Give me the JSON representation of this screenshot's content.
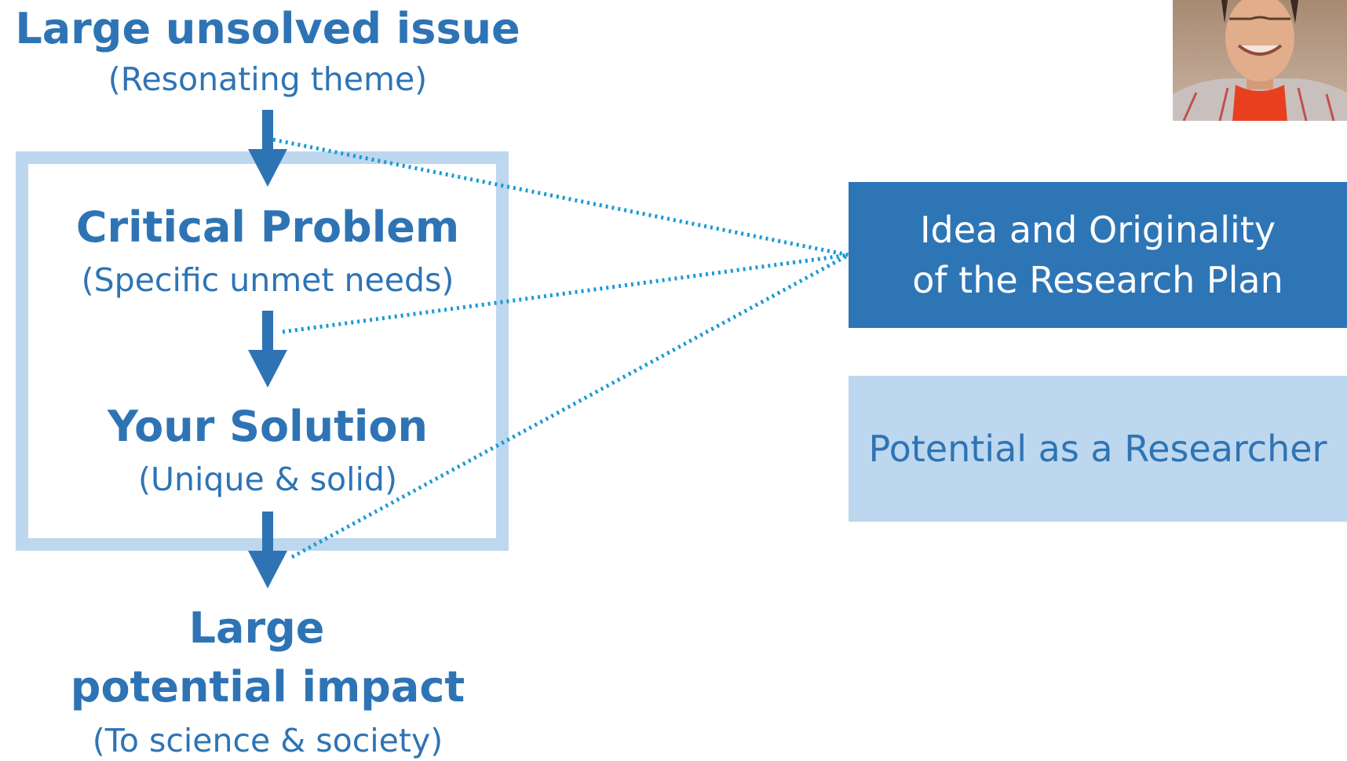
{
  "flow": {
    "issue": {
      "title": "Large unsolved issue",
      "subtitle": "(Resonating theme)"
    },
    "problem": {
      "title": "Critical Problem",
      "subtitle": "(Specific unmet needs)"
    },
    "solution": {
      "title": "Your Solution",
      "subtitle": "(Unique & solid)"
    },
    "impact": {
      "title_line1": "Large",
      "title_line2": "potential impact",
      "subtitle": "(To science & society)"
    }
  },
  "boxes": {
    "idea": {
      "line1": "Idea and Originality",
      "line2": "of the Research Plan"
    },
    "potential": {
      "label": "Potential as a Researcher"
    }
  },
  "colors": {
    "heading": "#2e74b5",
    "arrow": "#2e74b5",
    "frame": "#bdd7ee",
    "dotted_line": "#1a9ad6",
    "box_dark": "#2e75b6",
    "box_light": "#bdd7ee"
  }
}
